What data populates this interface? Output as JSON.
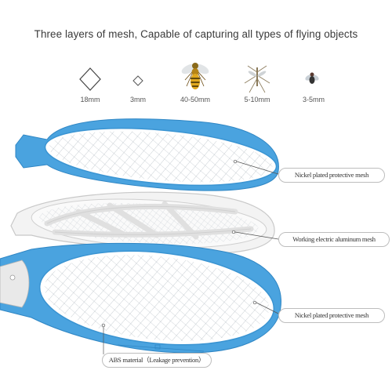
{
  "header": {
    "title": "Three layers of mesh, Capable of capturing all types of flying objects"
  },
  "capture_sizes": [
    {
      "icon": "diamond-large-icon",
      "label": "18mm"
    },
    {
      "icon": "diamond-small-icon",
      "label": "3mm"
    },
    {
      "icon": "wasp-icon",
      "label": "40-50mm"
    },
    {
      "icon": "mosquito-icon",
      "label": "5-10mm"
    },
    {
      "icon": "fly-icon",
      "label": "3-5mm"
    }
  ],
  "callouts": {
    "top_mesh": "Nickel plated protective mesh",
    "middle_mesh": "Working electric aluminum mesh",
    "bottom_mesh": "Nickel plated protective mesh",
    "handle_material": "ABS material（Leakage prevention）"
  },
  "colors": {
    "racket_blue": "#4aa3df",
    "frame_white": "#f4f4f4",
    "mesh_line": "#9aa4ad"
  }
}
